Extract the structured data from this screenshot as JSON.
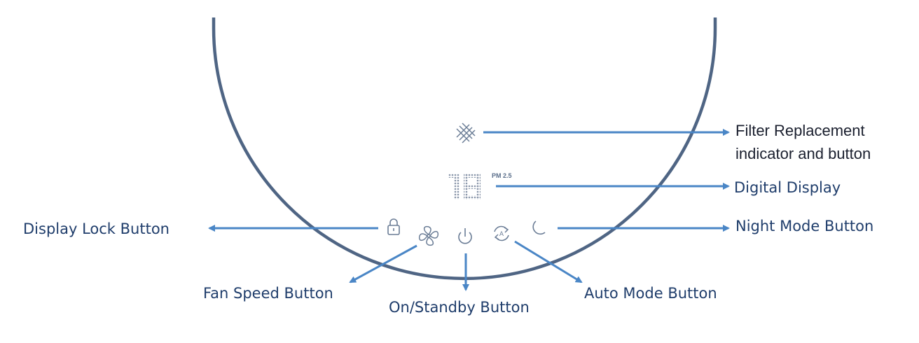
{
  "colors": {
    "ring": "#4f6584",
    "arrow": "#4a86c6",
    "label": "#1f3d6b",
    "icon": "#6b7d96"
  },
  "display": {
    "digits": "18",
    "unit": "PM 2.5"
  },
  "icons": {
    "filter": "filter-grid-icon",
    "lock": "padlock-icon",
    "fan": "fan-icon",
    "power": "power-icon",
    "auto": "auto-mode-icon",
    "night": "crescent-moon-icon"
  },
  "labels": {
    "filter": "Filter Replacement indicator and button",
    "digital_display": "Digital Display",
    "night_mode": "Night Mode Button",
    "display_lock": "Display Lock Button",
    "fan_speed": "Fan Speed Button",
    "on_standby": "On/Standby Button",
    "auto_mode": "Auto Mode Button"
  }
}
